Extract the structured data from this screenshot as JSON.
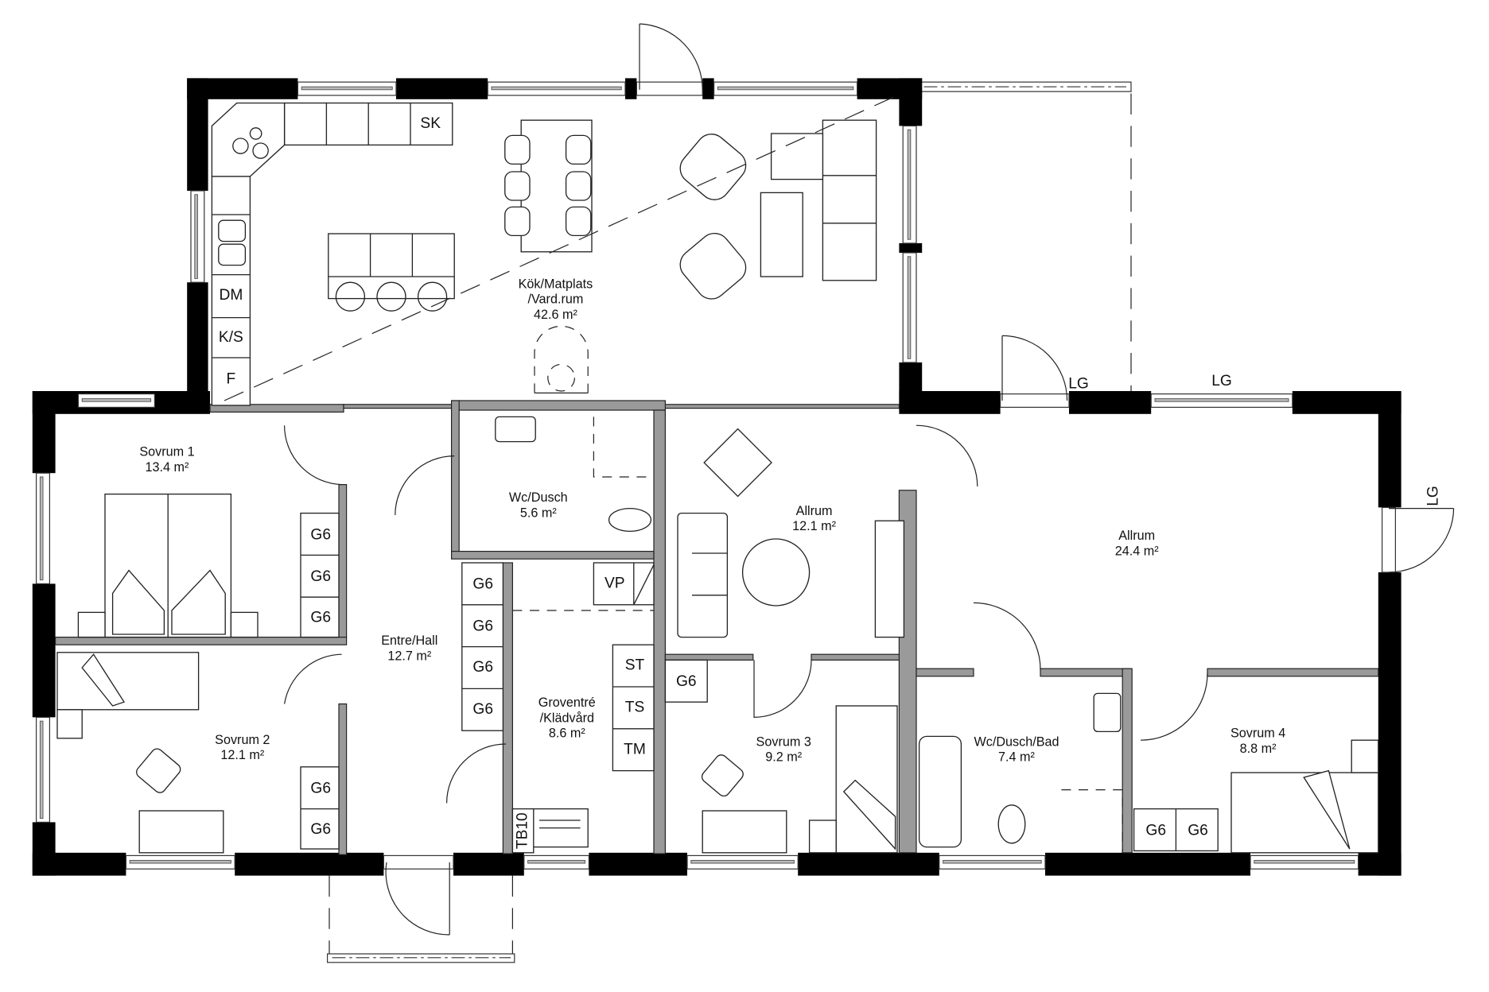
{
  "plan": {
    "type": "floor plan",
    "rooms": [
      {
        "id": "kok",
        "name_line1": "Kök/Matplats",
        "name_line2": "/Vard.rum",
        "area": "42.6 m²"
      },
      {
        "id": "sovrum1",
        "name": "Sovrum 1",
        "area": "13.4 m²"
      },
      {
        "id": "sovrum2",
        "name": "Sovrum 2",
        "area": "12.1 m²"
      },
      {
        "id": "entre",
        "name": "Entre/Hall",
        "area": "12.7 m²"
      },
      {
        "id": "wc1",
        "name": "Wc/Dusch",
        "area": "5.6 m²"
      },
      {
        "id": "groventre",
        "name_line1": "Groventré",
        "name_line2": "/Klädvård",
        "area": "8.6 m²"
      },
      {
        "id": "allrum1",
        "name": "Allrum",
        "area": "12.1 m²"
      },
      {
        "id": "allrum2",
        "name": "Allrum",
        "area": "24.4 m²"
      },
      {
        "id": "sovrum3",
        "name": "Sovrum 3",
        "area": "9.2 m²"
      },
      {
        "id": "wc2",
        "name": "Wc/Dusch/Bad",
        "area": "7.4 m²"
      },
      {
        "id": "sovrum4",
        "name": "Sovrum 4",
        "area": "8.8 m²"
      }
    ],
    "kitchen_tags": {
      "sk": "SK",
      "dm": "DM",
      "ks": "K/S",
      "f": "F"
    },
    "wardrobe_tag": "G6",
    "laundry_tags": {
      "vp": "VP",
      "st": "ST",
      "ts": "TS",
      "tm": "TM",
      "tb10": "TB10"
    },
    "door_tags": {
      "lg1": "LG",
      "lg2": "LG",
      "lg3": "LG"
    }
  }
}
